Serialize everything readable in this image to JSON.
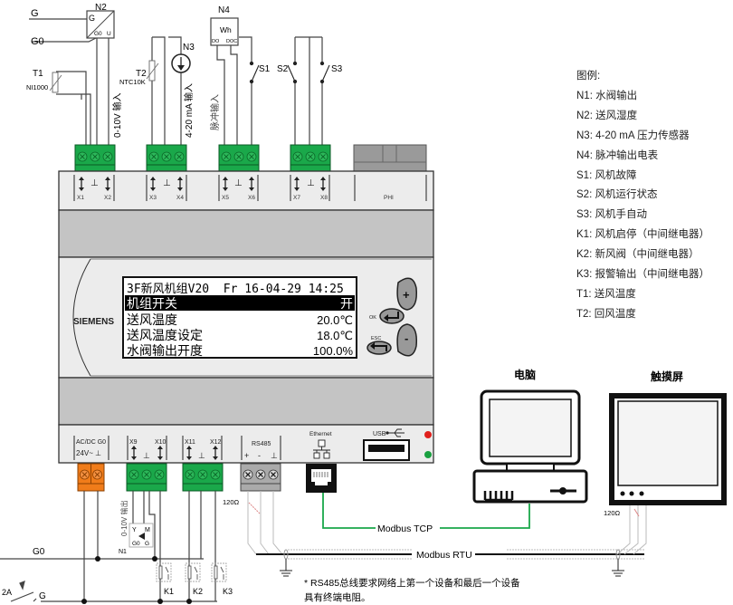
{
  "wiring_top": {
    "G": "G",
    "G0": "G0",
    "N2": {
      "label": "N2",
      "pin_g": "G",
      "pin_g0": "G0",
      "pin_u": "U"
    },
    "T1": {
      "label": "T1",
      "type": "NI1000"
    },
    "T2": {
      "label": "T2",
      "type": "NTC10K"
    },
    "N3": {
      "label": "N3"
    },
    "N4": {
      "label": "N4",
      "meter": "Wh",
      "pin_do": "DO",
      "pin_doc": "DOC"
    },
    "S1": "S1",
    "S2": "S2",
    "S3": "S3",
    "input_0_10v": "0-10V 输入",
    "input_4_20ma": "4-20 mA 输入",
    "input_pulse": "脉冲输入"
  },
  "controller": {
    "brand": "SIEMENS",
    "top_terminals": [
      "X1",
      "X2",
      "X3",
      "X4",
      "X5",
      "X6",
      "X7",
      "X8"
    ],
    "phi_label": "PHI",
    "display": {
      "header": "3F新风机组V20  Fr 16-04-29 14:25",
      "rows": [
        {
          "label": "机组开关",
          "value": "开",
          "selected": true
        },
        {
          "label": "送风温度",
          "value": "20.0℃",
          "selected": false
        },
        {
          "label": "送风温度设定",
          "value": "18.0℃",
          "selected": false
        },
        {
          "label": "水阀输出开度",
          "value": "100.0%",
          "selected": false
        }
      ]
    },
    "buttons": {
      "plus": "+",
      "minus": "-",
      "ok": "OK",
      "esc": "ESC"
    },
    "bottom": {
      "power_label": "AC/DC G0",
      "power_sub": "24V~ ⊥",
      "x9": "X9",
      "x10": "X10",
      "x11": "X11",
      "x12": "X12",
      "rs485": "RS485",
      "rs485_pins": [
        "+",
        "-",
        "⊥"
      ],
      "ethernet": "Ethernet",
      "usb": "USB"
    },
    "led_colors": {
      "top": "#e0201c",
      "bottom": "#1aa040"
    }
  },
  "wiring_bottom": {
    "G0": "G0",
    "G": "G",
    "fuse": "2A",
    "N1": {
      "label": "N1",
      "pin_y": "Y",
      "pin_m": "M",
      "pin_g0": "G0",
      "pin_g": "G"
    },
    "output_0_10v": "0-10V 输出",
    "relays": [
      "K1",
      "K2",
      "K3"
    ],
    "resistor_left": "120Ω",
    "resistor_right": "120Ω",
    "modbus_tcp": "Modbus TCP",
    "modbus_rtu": "Modbus RTU",
    "note_line1": "* RS485总线要求网络上第一个设备和最后一个设备",
    "note_line2": "具有终端电阻。"
  },
  "devices": {
    "pc": "电脑",
    "touchscreen": "触摸屏"
  },
  "legend": {
    "title": "图例:",
    "items": [
      "N1: 水阀输出",
      "N2: 送风湿度",
      "N3: 4-20  mA 压力传感器",
      "N4: 脉冲输出电表",
      "S1: 风机故障",
      "S2: 风机运行状态",
      "S3: 风机手自动",
      "K1: 风机启停（中间继电器）",
      "K2: 新风阀（中间继电器）",
      "K3: 报警输出（中间继电器）",
      "T1: 送风温度",
      "T2: 回风温度"
    ]
  },
  "colors": {
    "terminal_green": "#1aa84a",
    "power_orange": "#f07c1a",
    "tcp_line": "#1aa84a",
    "housing_light": "#ececec",
    "housing_dark": "#c4c4c4"
  }
}
